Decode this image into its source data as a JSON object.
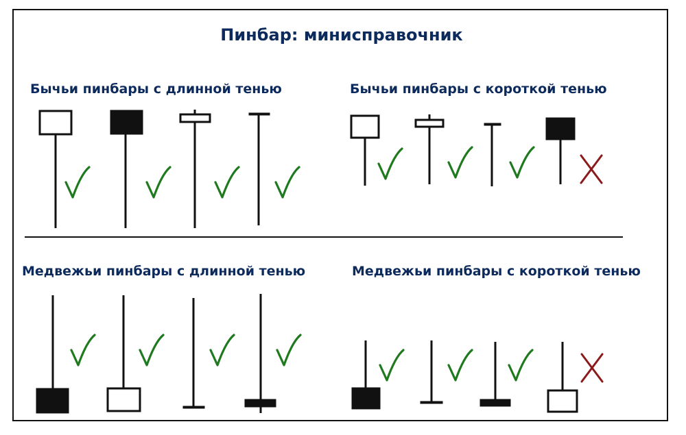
{
  "title": "Пинбар: минисправочник",
  "sections": {
    "bull_long": "Бычьи пинбары с длинной тенью",
    "bull_short": "Бычьи пинбары с короткой тенью",
    "bear_long": "Медвежьи пинбары с длинной  тенью",
    "bear_short": "Медвежьи пинбары с короткой тенью"
  },
  "colors": {
    "title": "#0d2a5c",
    "candle": "#111111",
    "valid_mark": "#1f7a1f",
    "invalid_mark": "#8b1a1a"
  },
  "marks": {
    "valid_icon": "check-icon",
    "invalid_icon": "cross-icon"
  },
  "candles": {
    "bull_long": [
      {
        "body": "hollow",
        "valid": true
      },
      {
        "body": "filled",
        "valid": true
      },
      {
        "body": "hollow",
        "valid": true
      },
      {
        "body": "doji",
        "valid": true
      }
    ],
    "bull_short": [
      {
        "body": "hollow",
        "valid": true
      },
      {
        "body": "hollow",
        "valid": true
      },
      {
        "body": "doji",
        "valid": true
      },
      {
        "body": "filled",
        "valid": false
      }
    ],
    "bear_long": [
      {
        "body": "filled",
        "valid": true
      },
      {
        "body": "hollow",
        "valid": true
      },
      {
        "body": "doji",
        "valid": true
      },
      {
        "body": "filled",
        "valid": true
      }
    ],
    "bear_short": [
      {
        "body": "filled",
        "valid": true
      },
      {
        "body": "doji",
        "valid": true
      },
      {
        "body": "filled",
        "valid": true
      },
      {
        "body": "hollow",
        "valid": false
      }
    ]
  }
}
